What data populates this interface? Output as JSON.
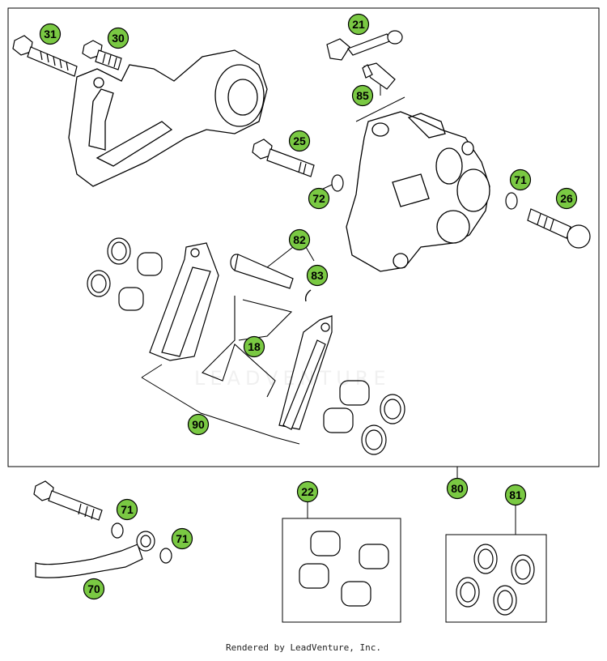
{
  "footer": {
    "text": "Rendered by LeadVenture, Inc."
  },
  "watermark": {
    "text": "LEADVENTURE"
  },
  "colors": {
    "callout_fill": "#7ac943",
    "line": "#000000",
    "background": "#ffffff"
  },
  "callouts": {
    "c31": "31",
    "c30": "30",
    "c21": "21",
    "c85": "85",
    "c25": "25",
    "c72": "72",
    "c71a": "71",
    "c26": "26",
    "c82": "82",
    "c83": "83",
    "c18": "18",
    "c90": "90",
    "c80": "80",
    "c22": "22",
    "c81": "81",
    "c71b": "71",
    "c71c": "71",
    "c70": "70"
  }
}
